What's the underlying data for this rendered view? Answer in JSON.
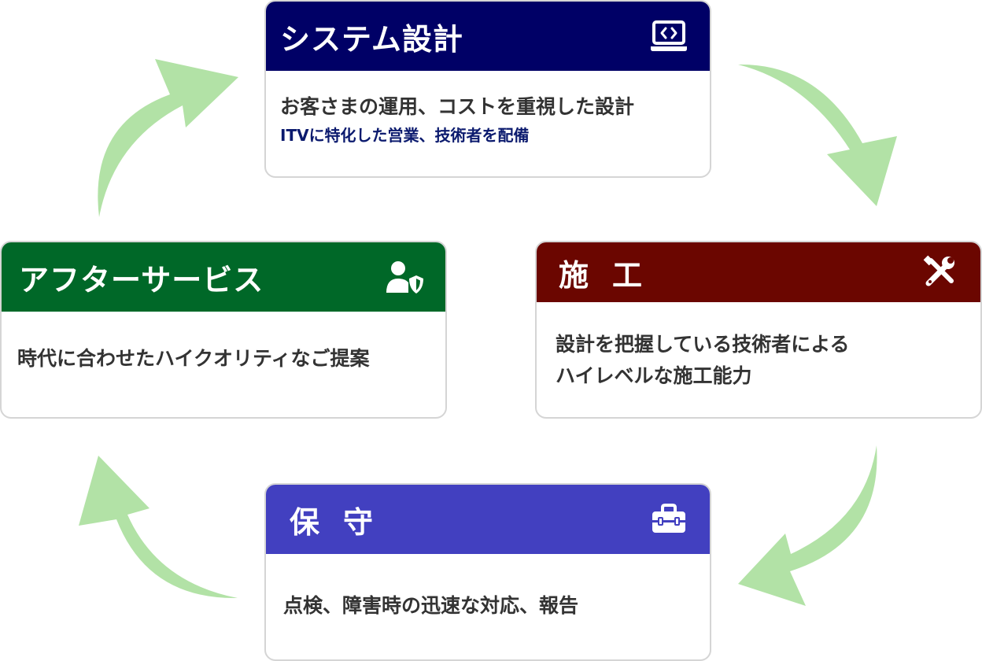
{
  "colors": {
    "design_header": "#000066",
    "construction_header": "#6b0600",
    "maintenance_header": "#4240c0",
    "aftercare_header": "#006828",
    "arrow": "#b2e2a6",
    "card_border": "#d5d5d5",
    "body_text": "#333333",
    "sub_text": "#0b1a6e"
  },
  "cycle": {
    "design": {
      "title": "システム設計",
      "icon": "laptop-code-icon",
      "line1": "お客さまの運用、コストを重視した設計",
      "line2": "ITVに特化した営業、技術者を配備"
    },
    "construction": {
      "title": "施工",
      "icon": "tools-icon",
      "line1": "設計を把握している技術者による",
      "line2": "ハイレベルな施工能力"
    },
    "maintenance": {
      "title": "保守",
      "icon": "toolbox-icon",
      "line1": "点検、障害時の迅速な対応、報告"
    },
    "aftercare": {
      "title": "アフターサービス",
      "icon": "user-shield-icon",
      "line1": "時代に合わせたハイクオリティなご提案"
    }
  }
}
